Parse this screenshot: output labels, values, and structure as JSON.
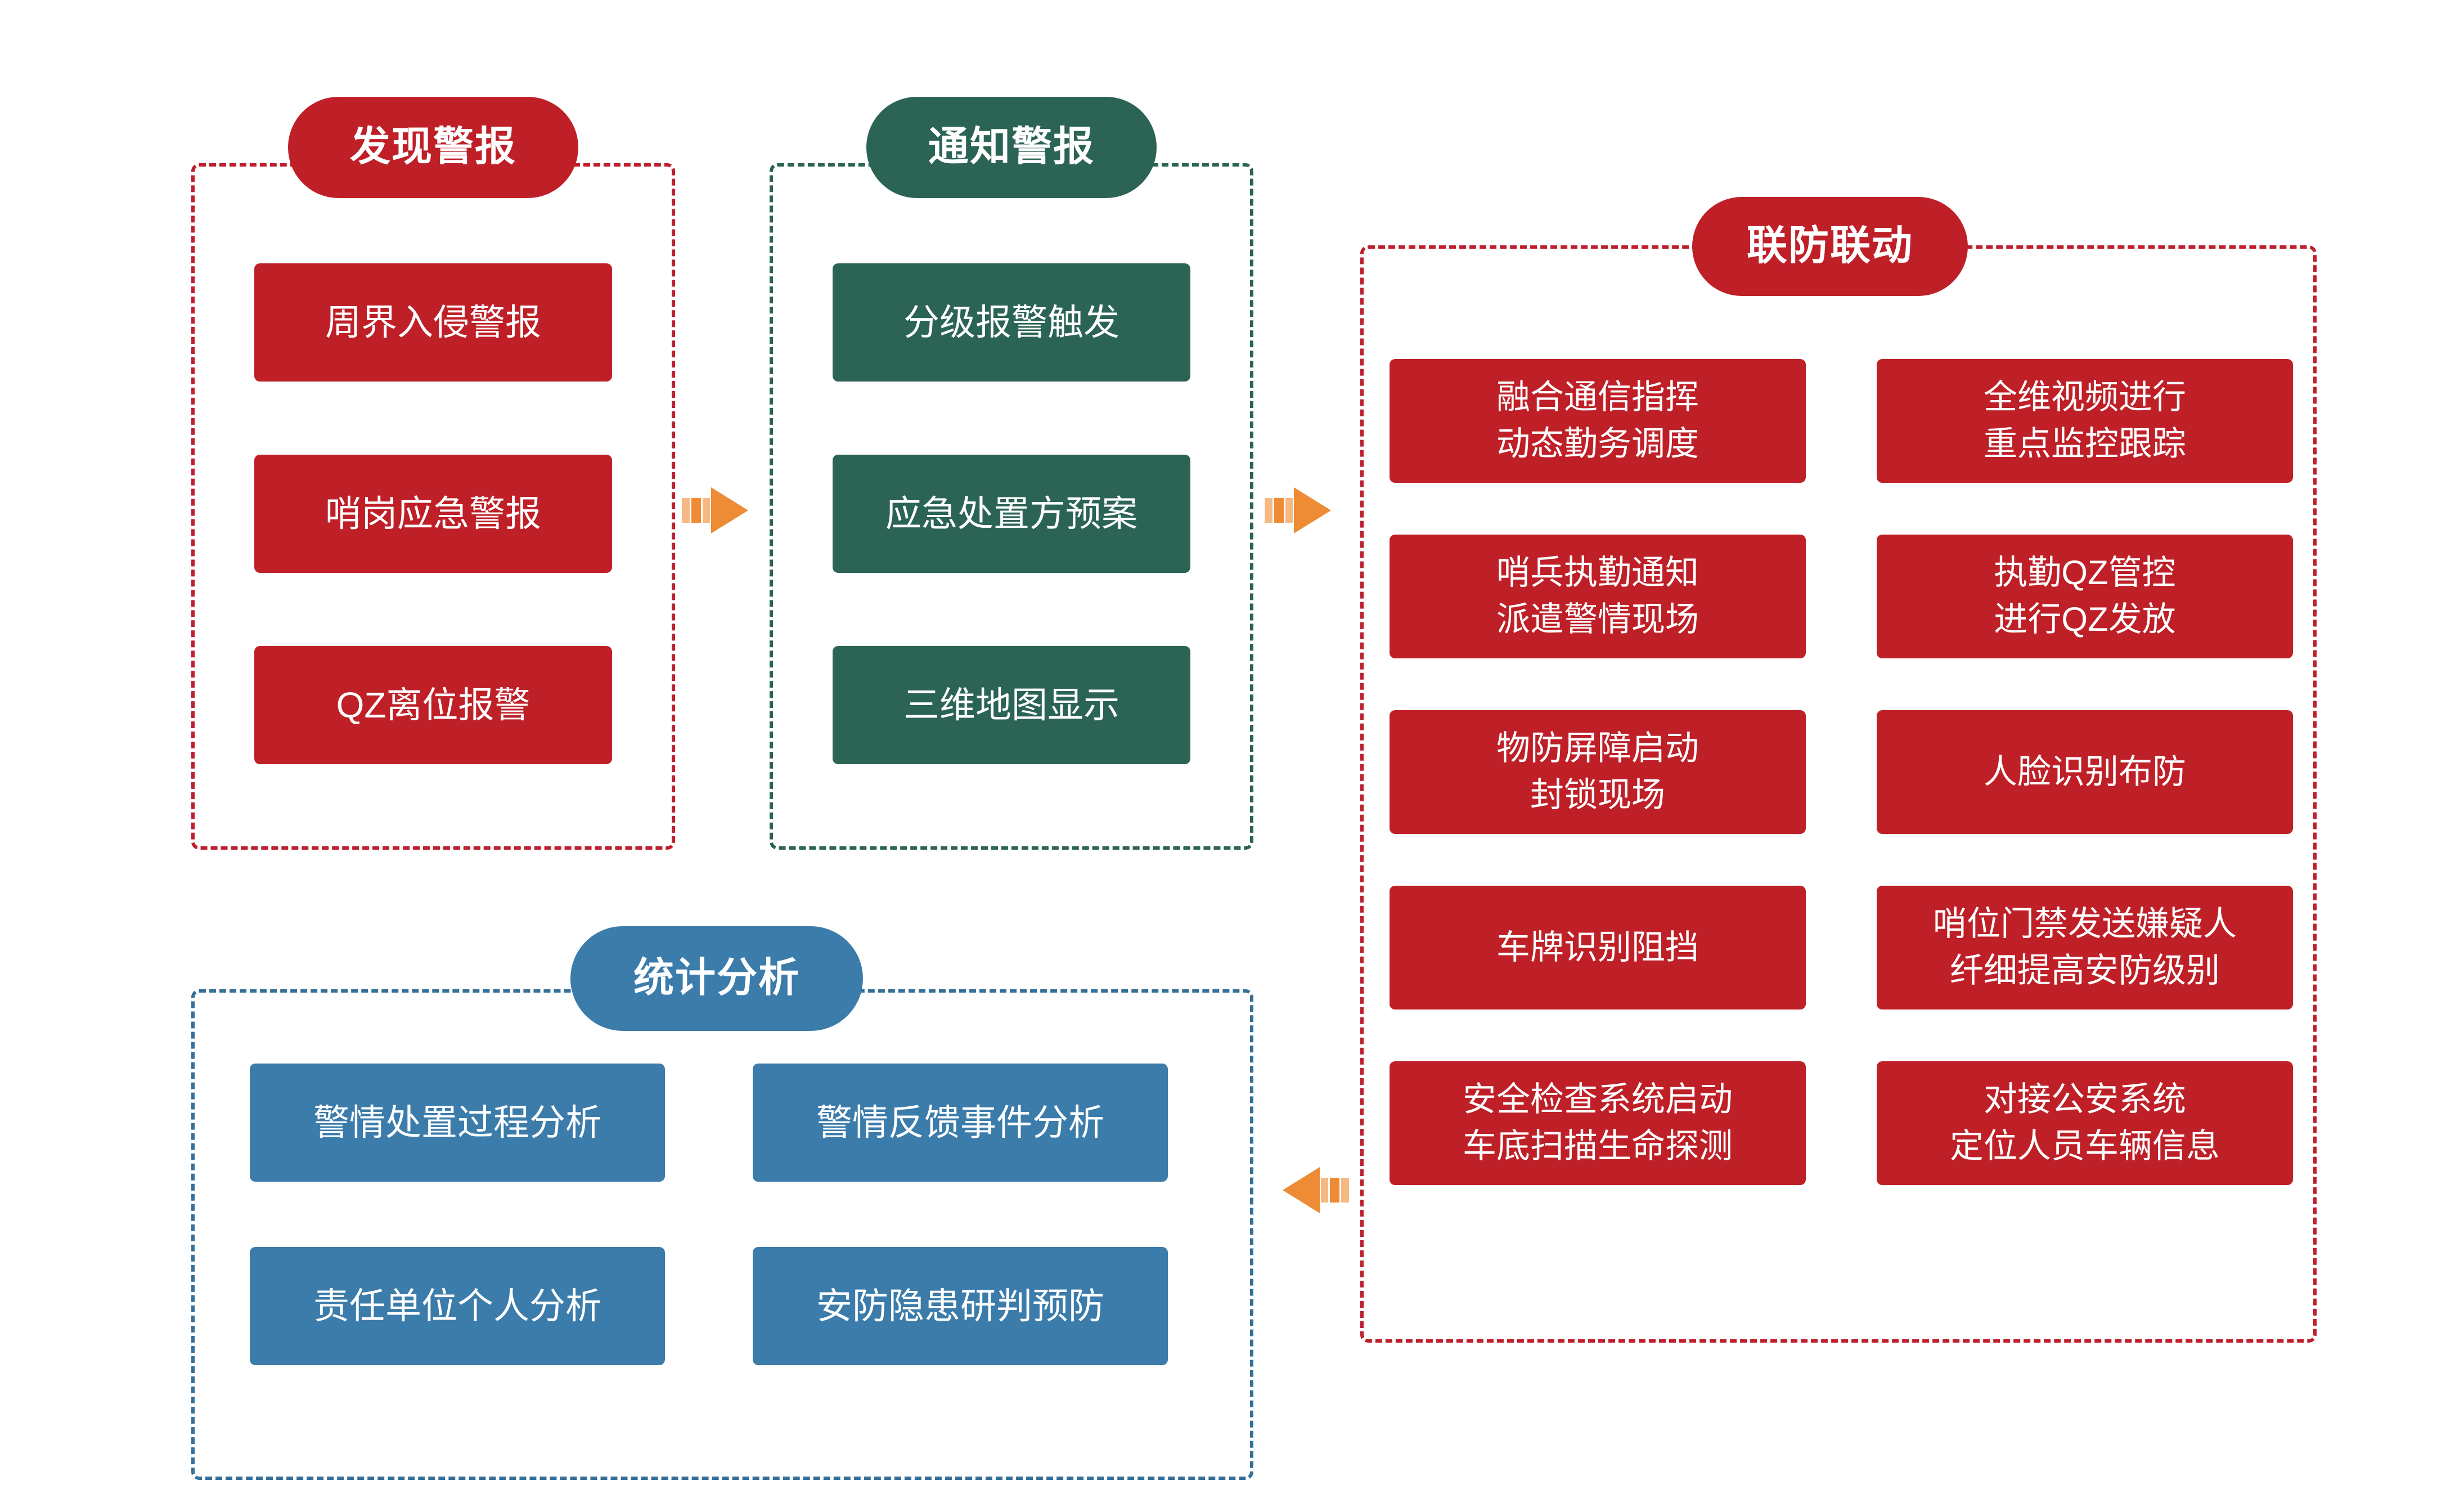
{
  "colors": {
    "red": "#bf2028",
    "green": "#2b6455",
    "blue": "#3b7cab",
    "arrow_orange": "#ee8b35",
    "background": "#ffffff",
    "text_on_card": "#ffffff"
  },
  "groups": [
    {
      "id": "discover-alarm",
      "title": "发现警报",
      "theme": "red",
      "cards": [
        "周界入侵警报",
        "哨岗应急警报",
        "QZ离位报警"
      ]
    },
    {
      "id": "notify-alarm",
      "title": "通知警报",
      "theme": "green",
      "cards": [
        "分级报警触发",
        "应急处置方预案",
        "三维地图显示"
      ]
    },
    {
      "id": "joint-defense",
      "title": "联防联动",
      "theme": "red",
      "cards_left": [
        "融合通信指挥\n动态勤务调度",
        "哨兵执勤通知\n派遣警情现场",
        "物防屏障启动\n封锁现场",
        "车牌识别阻挡",
        "安全检查系统启动\n车底扫描生命探测"
      ],
      "cards_right": [
        "全维视频进行\n重点监控跟踪",
        "执勤QZ管控\n进行QZ发放",
        "人脸识别布防",
        "哨位门禁发送嫌疑人\n纤细提高安防级别",
        "对接公安系统\n定位人员车辆信息"
      ]
    },
    {
      "id": "statistics-analysis",
      "title": "统计分析",
      "theme": "blue",
      "cards_left": [
        "警情处置过程分析",
        "责任单位个人分析"
      ],
      "cards_right": [
        "警情反馈事件分析",
        "安防隐患研判预防"
      ]
    }
  ],
  "arrows": [
    {
      "id": "arrow-discover-to-notify",
      "direction": "right"
    },
    {
      "id": "arrow-notify-to-joint",
      "direction": "right"
    },
    {
      "id": "arrow-joint-to-statistics",
      "direction": "left"
    }
  ]
}
